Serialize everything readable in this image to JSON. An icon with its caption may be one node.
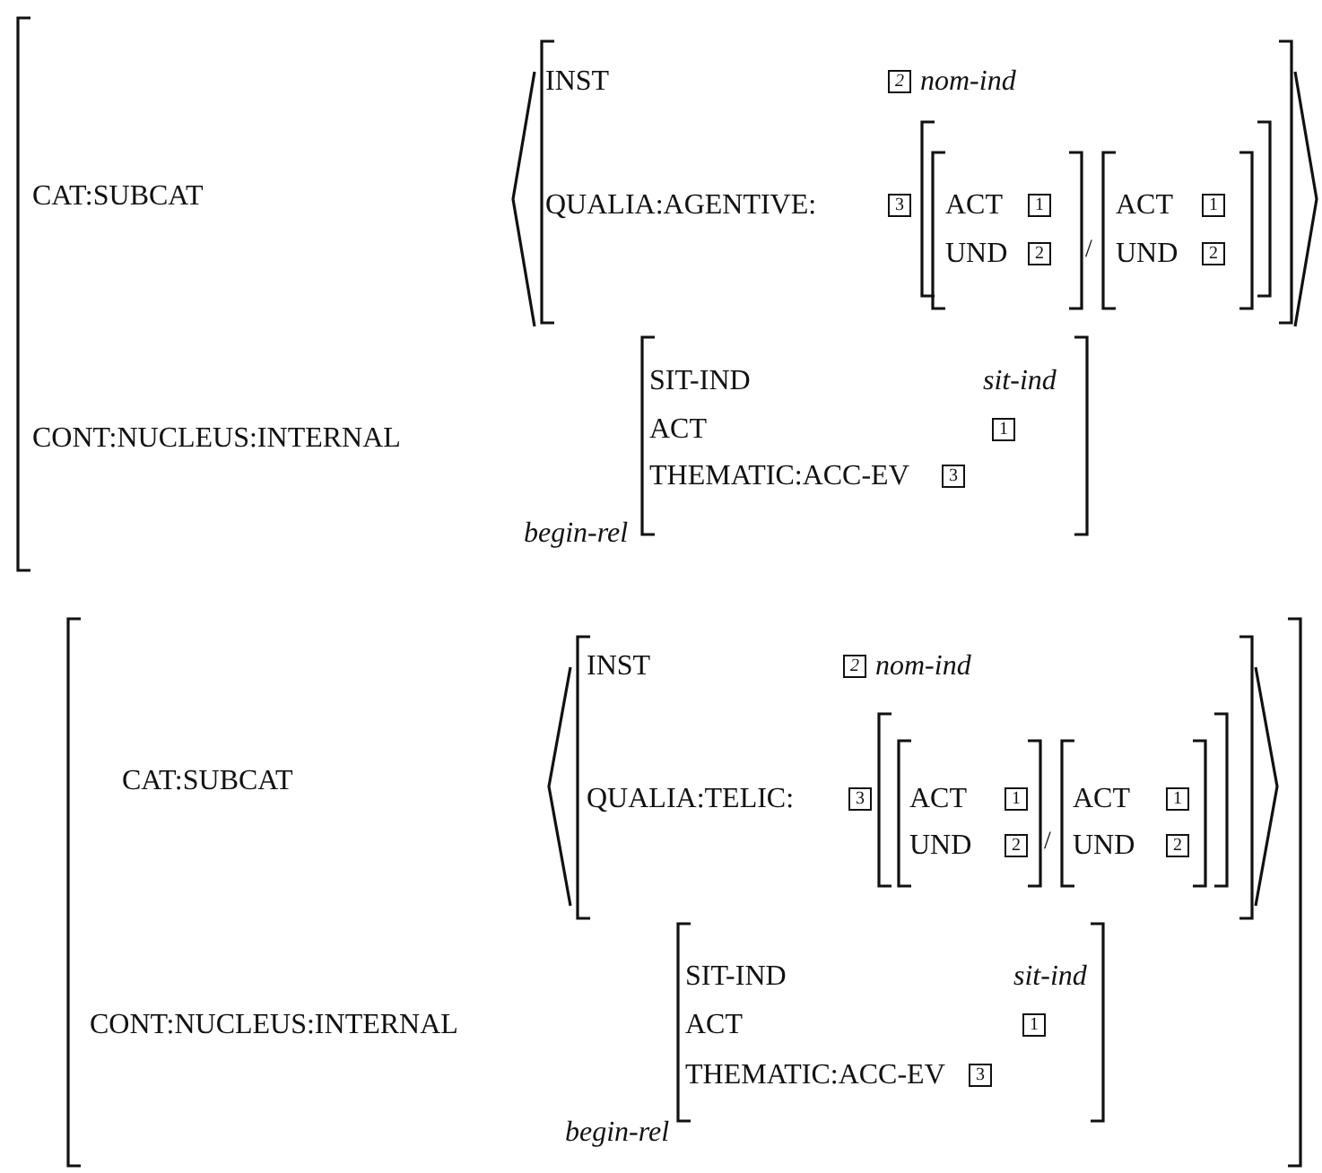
{
  "diagram": {
    "labels": [
      "CAT:SUBCAT",
      "INST",
      "2",
      "nom-ind",
      "QUALIA:AGENTIVE:",
      "3",
      "ACT",
      "1",
      "/",
      "ACT",
      "1",
      "UND",
      "2",
      "UND",
      "2",
      "CONT:NUCLEUS:INTERNAL",
      "SIT-IND",
      "sit-ind",
      "ACT",
      "1",
      "THEMATIC:ACC-EV",
      "3",
      "begin-rel",
      "CAT:SUBCAT",
      "INST",
      "2",
      "nom-ind",
      "QUALIA:TELIC:",
      "3",
      "ACT",
      "1",
      "/",
      "ACT",
      "1",
      "UND",
      "2",
      "UND",
      "2",
      "CONT:NUCLEUS:INTERNAL",
      "SIT-IND",
      "sit-ind",
      "ACT",
      "1",
      "THEMATIC:ACC-EV",
      "3",
      "begin-rel"
    ]
  }
}
